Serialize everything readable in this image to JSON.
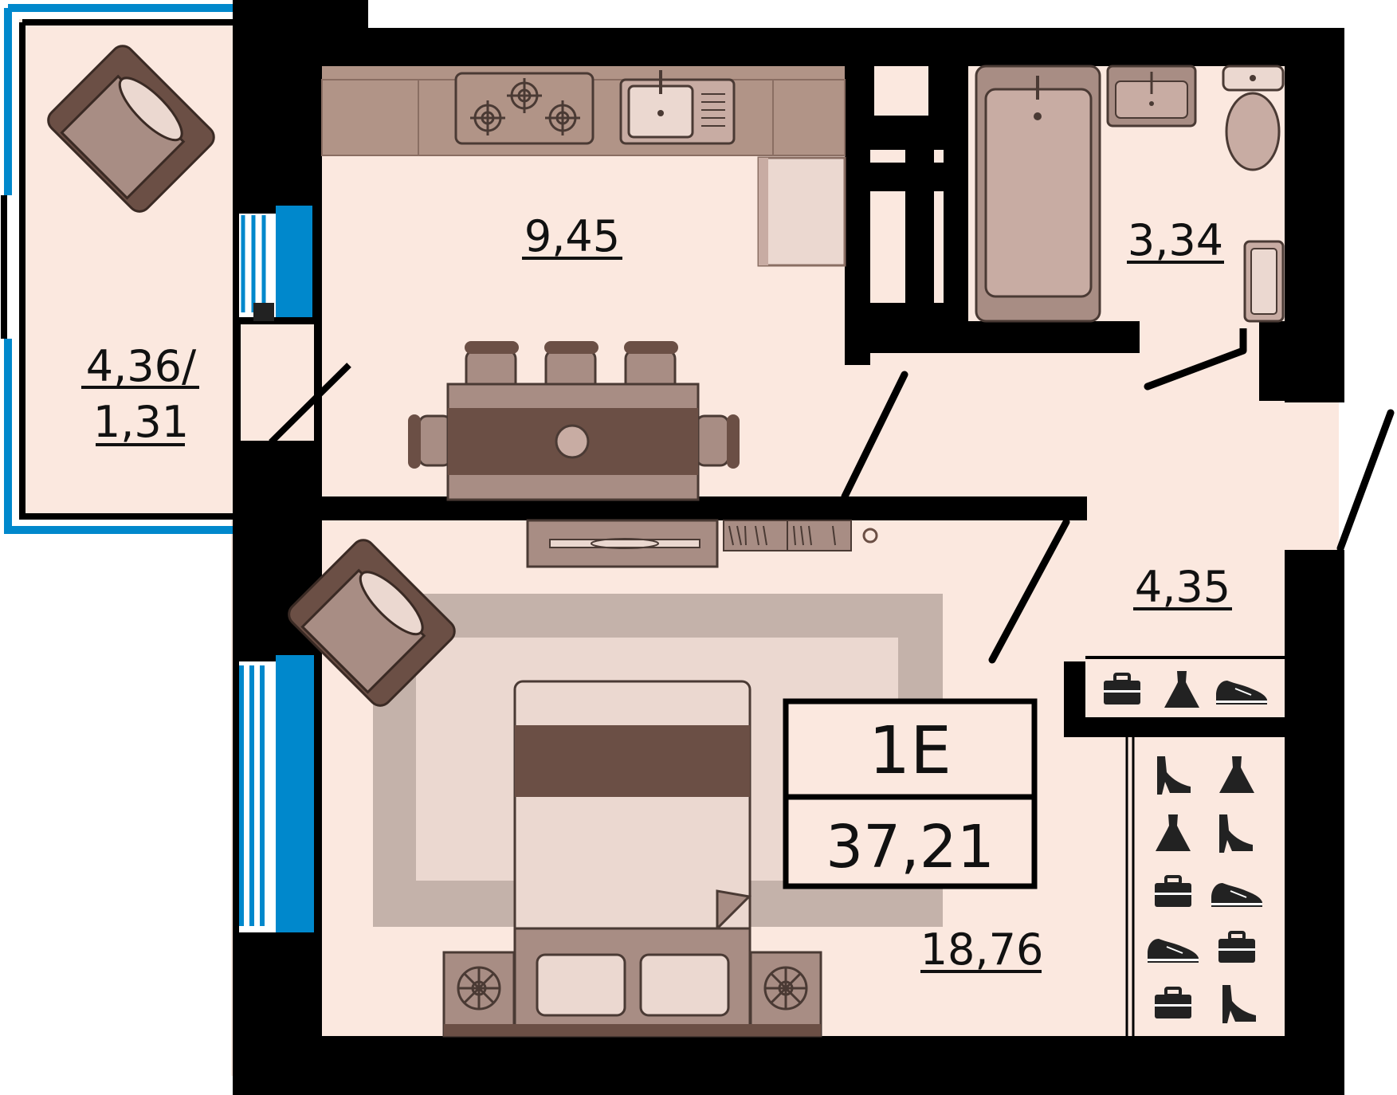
{
  "apartment": {
    "type_code": "1E",
    "total_area": "37,21"
  },
  "rooms": {
    "balcony": {
      "area_line1": "4,36/",
      "area_line2": "1,31"
    },
    "kitchen": {
      "area": "9,45"
    },
    "bathroom": {
      "area": "3,34"
    },
    "hallway": {
      "area": "4,35"
    },
    "bedroom": {
      "area": "18,76"
    }
  },
  "colors": {
    "wall": "#000000",
    "floor": "#fbe8df",
    "furniture_dark": "#6b4f45",
    "furniture_mid": "#a88d84",
    "furniture_light": "#c8aca3",
    "rug": "#c4b2aa",
    "window": "#0088cc"
  },
  "icons": [
    "stove-icon",
    "sink-icon",
    "bathtub-icon",
    "toilet-icon",
    "wardrobe-icon",
    "bag-icon",
    "dress-icon",
    "shoe-icon",
    "heel-icon",
    "armchair-icon",
    "bed-icon"
  ]
}
